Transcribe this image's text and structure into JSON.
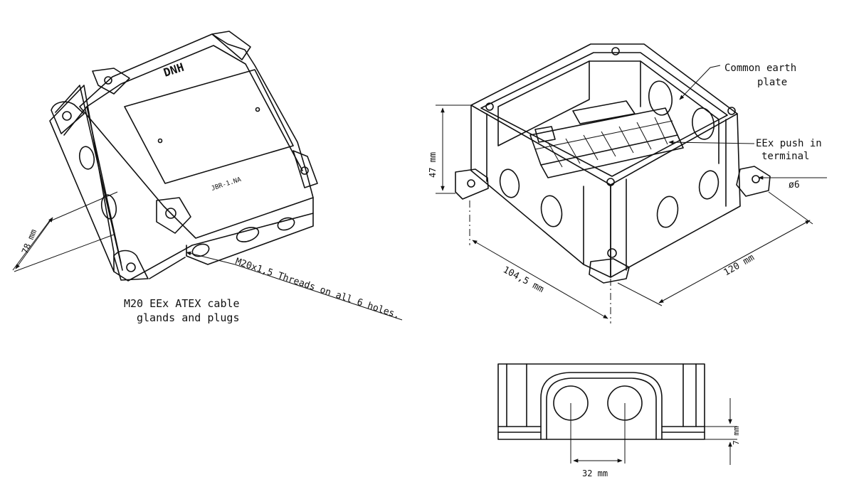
{
  "closed_box": {
    "brand": "DNH",
    "label_plate": "JBR-1.NA",
    "dim_height": "78 mm",
    "thread_note": "M20x1,5 Threads on all 6 holes.",
    "gland_note_line1": "M20 EEx ATEX cable",
    "gland_note_line2": "glands and plugs"
  },
  "open_box": {
    "dim_height": "47 mm",
    "dim_width": "104,5 mm",
    "dim_depth": "120 mm",
    "callout_earth_line1": "Common earth",
    "callout_earth_line2": "plate",
    "callout_terminal_line1": "EEx push in",
    "callout_terminal_line2": "terminal",
    "callout_hole": "ø6"
  },
  "side_view": {
    "dim_spacing": "32 mm",
    "dim_offset": "7 mm"
  }
}
